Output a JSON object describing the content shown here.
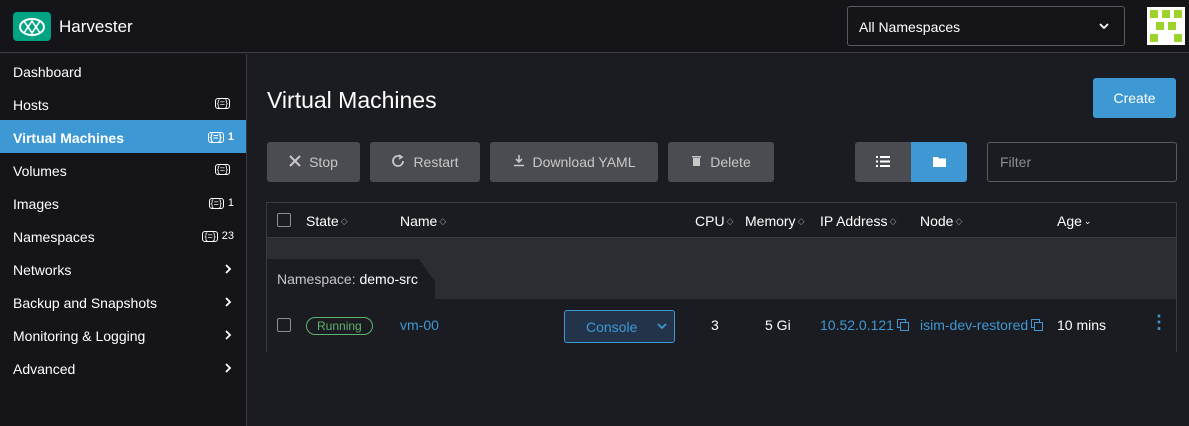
{
  "header": {
    "app_title": "Harvester",
    "logo_icon": "harvester-logo-icon",
    "namespace_select": {
      "value": "All Namespaces"
    },
    "avatar_icon": "user-avatar-icon"
  },
  "sidebar": {
    "items": [
      {
        "label": "Dashboard"
      },
      {
        "label": "Hosts",
        "badge": ""
      },
      {
        "label": "Virtual Machines",
        "badge": "1",
        "active": true
      },
      {
        "label": "Volumes",
        "badge": ""
      },
      {
        "label": "Images",
        "badge": "1"
      },
      {
        "label": "Namespaces",
        "badge": "23"
      },
      {
        "label": "Networks"
      },
      {
        "label": "Backup and Snapshots"
      },
      {
        "label": "Monitoring & Logging"
      },
      {
        "label": "Advanced"
      }
    ]
  },
  "main": {
    "title": "Virtual Machines",
    "create_label": "Create",
    "actions": {
      "stop": "Stop",
      "restart": "Restart",
      "download_yaml": "Download YAML",
      "delete": "Delete"
    },
    "filter_placeholder": "Filter",
    "table": {
      "columns": [
        "State",
        "Name",
        "CPU",
        "Memory",
        "IP Address",
        "Node",
        "Age"
      ],
      "group": {
        "label": "Namespace:",
        "value": "demo-src"
      },
      "rows": [
        {
          "state": "Running",
          "name": "vm-00",
          "action": "Console",
          "cpu": "3",
          "memory": "5 Gi",
          "ip": "10.52.0.121",
          "node": "isim-dev-restored",
          "age": "10 mins"
        }
      ]
    }
  },
  "colors": {
    "accent": "#3d98d3",
    "running": "#5fb36c",
    "brand": "#00a483"
  }
}
